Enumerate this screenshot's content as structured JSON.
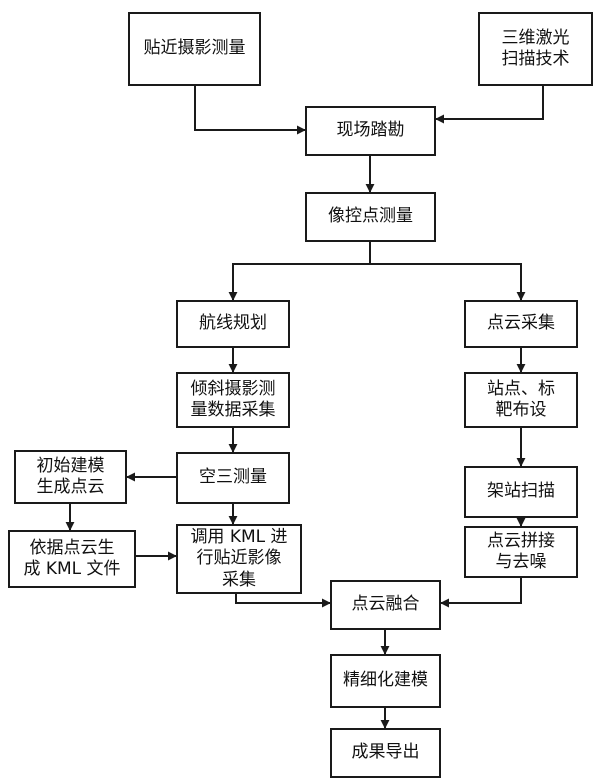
{
  "diagram": {
    "nodes": {
      "close_range": "贴近摄影测量",
      "laser_scan": "三维激光\n扫描技术",
      "site_survey": "现场踏勘",
      "control_points": "像控点测量",
      "flight_plan": "航线规划",
      "point_cloud_collect": "点云采集",
      "oblique_capture": "倾斜摄影测\n量数据采集",
      "station_targets": "站点、标\n靶布设",
      "initial_model": "初始建模\n生成点云",
      "aerial_triangulation": "空三测量",
      "station_scan": "架站扫描",
      "kml_from_cloud": "依据点云生\n成 KML 文件",
      "kml_capture": "调用 KML 进\n行贴近影像\n采集",
      "cloud_stitch": "点云拼接\n与去噪",
      "cloud_fusion": "点云融合",
      "fine_model": "精细化建模",
      "output": "成果导出"
    },
    "edges": [
      [
        "close_range",
        "site_survey"
      ],
      [
        "laser_scan",
        "site_survey"
      ],
      [
        "site_survey",
        "control_points"
      ],
      [
        "control_points",
        "flight_plan"
      ],
      [
        "control_points",
        "point_cloud_collect"
      ],
      [
        "flight_plan",
        "oblique_capture"
      ],
      [
        "oblique_capture",
        "aerial_triangulation"
      ],
      [
        "aerial_triangulation",
        "initial_model"
      ],
      [
        "initial_model",
        "kml_from_cloud"
      ],
      [
        "kml_from_cloud",
        "kml_capture"
      ],
      [
        "aerial_triangulation",
        "kml_capture"
      ],
      [
        "point_cloud_collect",
        "station_targets"
      ],
      [
        "station_targets",
        "station_scan"
      ],
      [
        "station_scan",
        "cloud_stitch"
      ],
      [
        "kml_capture",
        "cloud_fusion"
      ],
      [
        "cloud_stitch",
        "cloud_fusion"
      ],
      [
        "cloud_fusion",
        "fine_model"
      ],
      [
        "fine_model",
        "output"
      ]
    ]
  }
}
